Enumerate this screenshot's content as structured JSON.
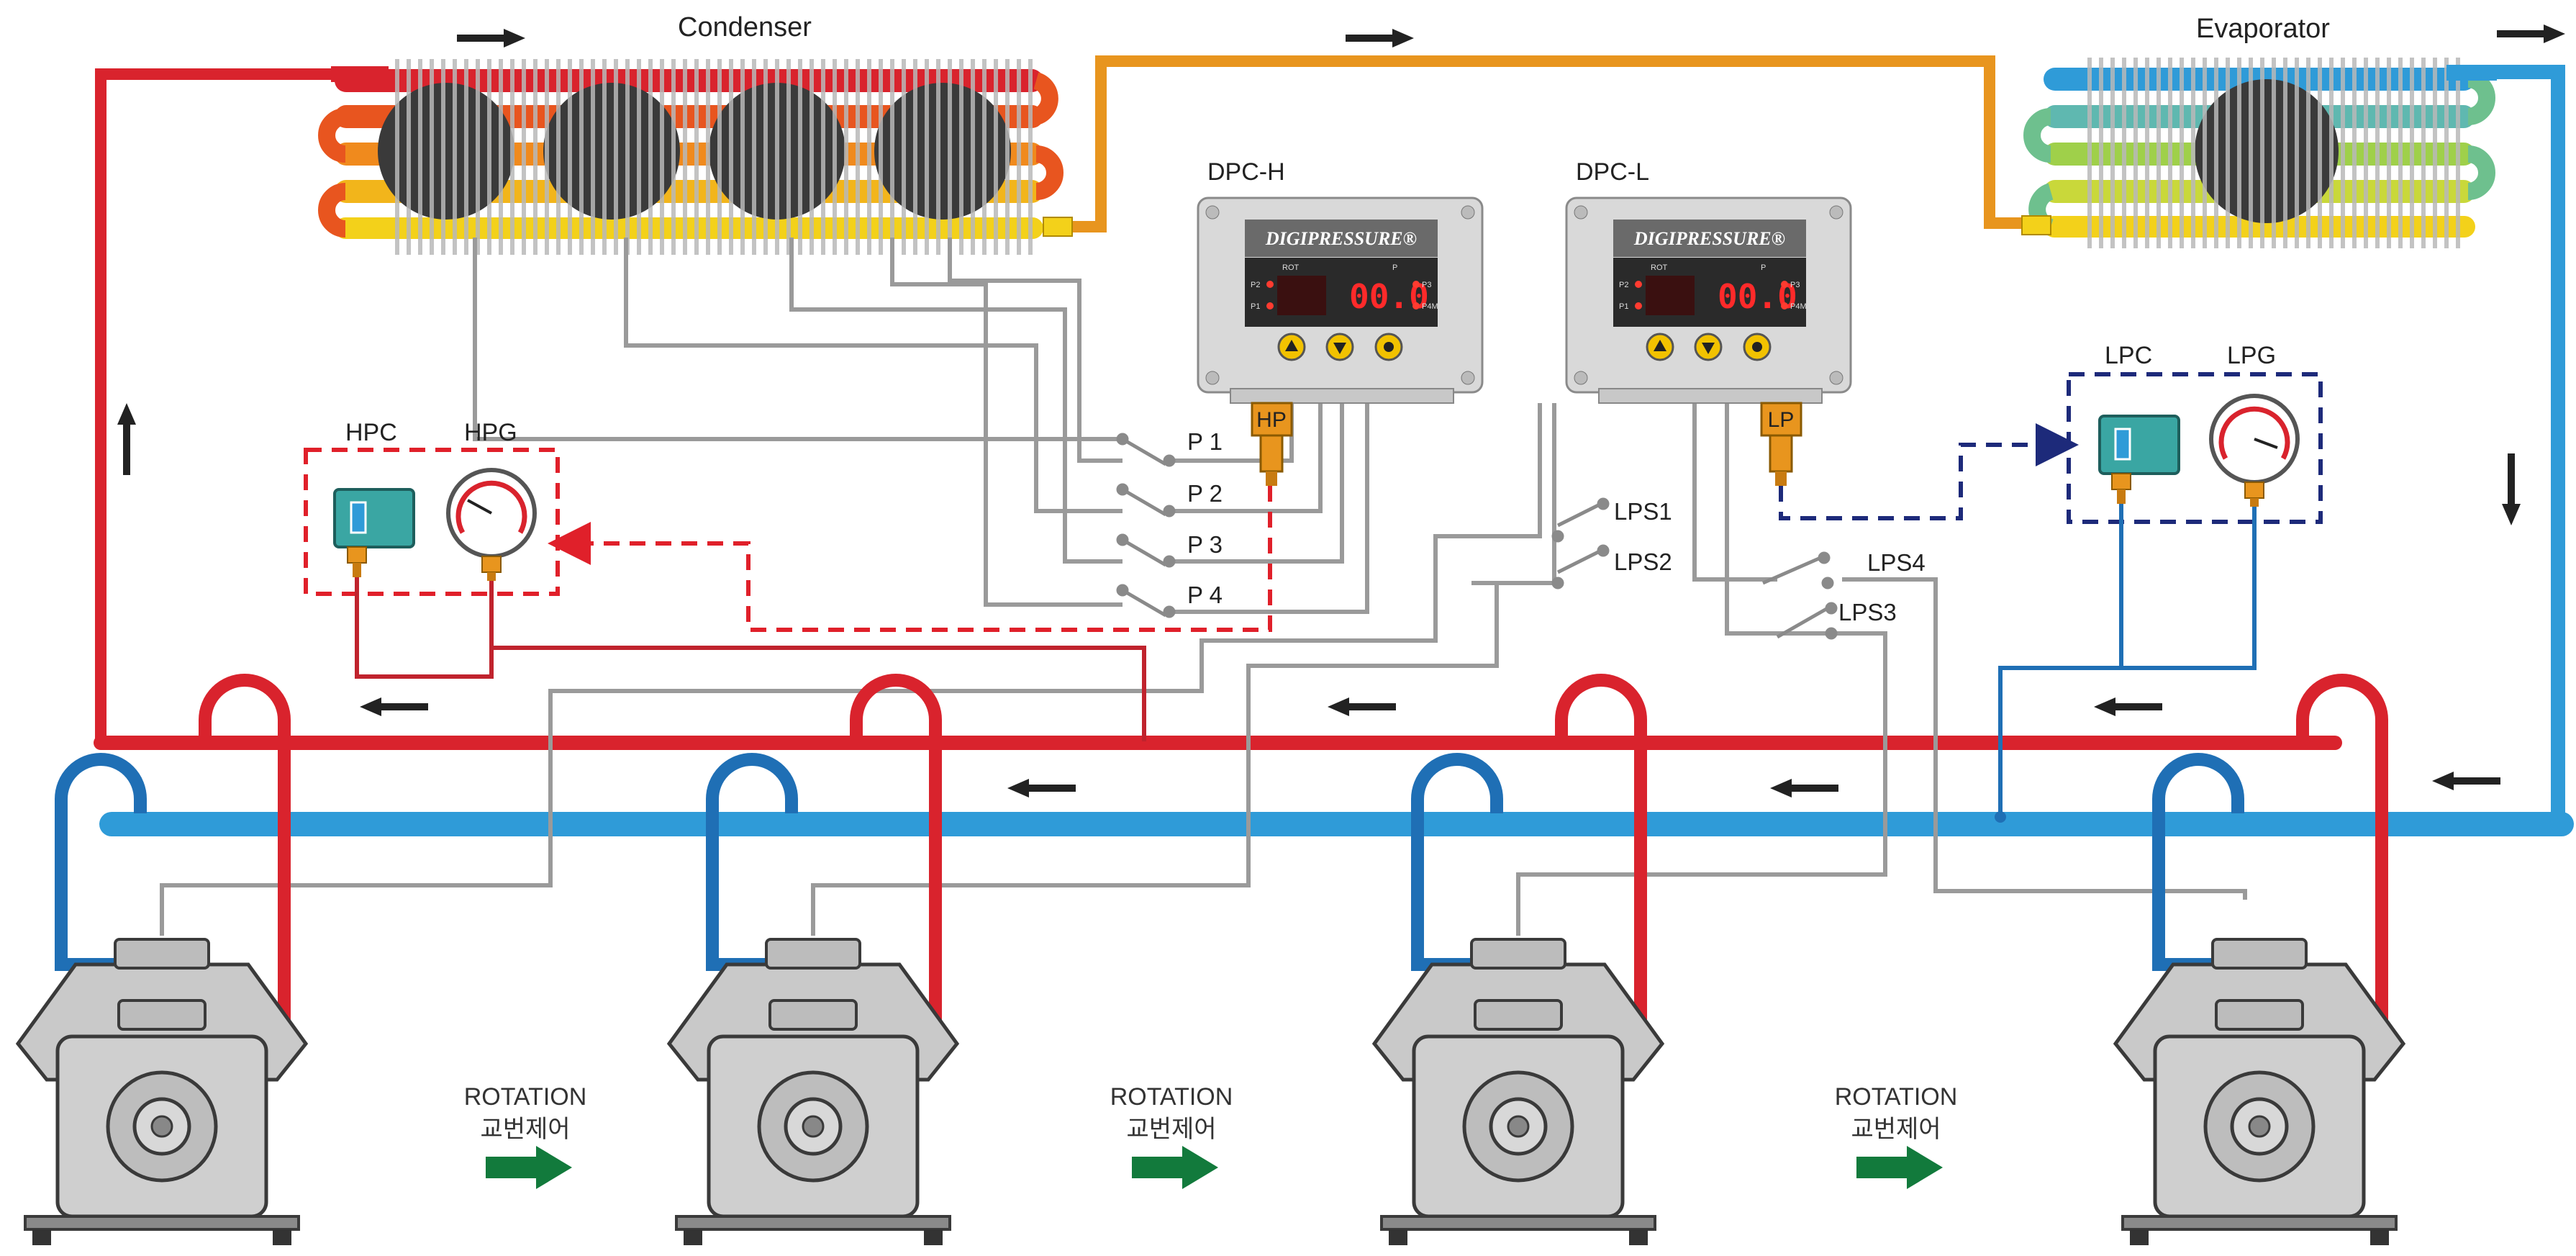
{
  "labels": {
    "condenser": "Condenser",
    "evaporator": "Evaporator",
    "dpc_h": "DPC-H",
    "dpc_l": "DPC-L",
    "hpc": "HPC",
    "hpg": "HPG",
    "lpc": "LPC",
    "lpg": "LPG",
    "hp": "HP",
    "lp": "LP"
  },
  "controller": {
    "brand": "DIGIPRESSURE®",
    "display_value": "00.0",
    "row_label_rot": "ROT",
    "row_label_p": "P",
    "left_leds": [
      "P2",
      "P1"
    ],
    "right_leds": [
      "P3",
      "P4M"
    ]
  },
  "switches_high": [
    "P 1",
    "P 2",
    "P 3",
    "P 4"
  ],
  "switches_low": [
    "LPS1",
    "LPS2",
    "LPS4",
    "LPS3"
  ],
  "rotation": {
    "label_en": "ROTATION",
    "label_ko": "교번제어",
    "count": 3
  },
  "compressor_count": 4,
  "colors": {
    "discharge_line": "#d9232d",
    "suction_line": "#2f9bd8",
    "suction_dark": "#1f6fb5",
    "liquid_line": "#e8951e",
    "signal_wire": "#9a9a9a",
    "high_dashed": "#e0202a",
    "low_dashed": "#1d2a7a",
    "rotation_arrow": "#127a3c",
    "flow_arrow": "#222222"
  }
}
